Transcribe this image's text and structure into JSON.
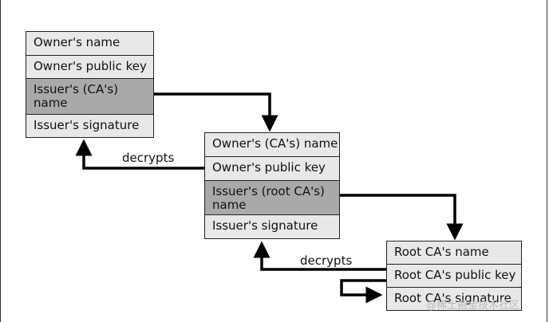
{
  "certificates": [
    {
      "fields": [
        "Owner's name",
        "Owner's public key",
        "Issuer's (CA's) name",
        "Issuer's signature"
      ]
    },
    {
      "fields": [
        "Owner's (CA's) name",
        "Owner's public key",
        "Issuer's (root CA's) name",
        "Issuer's signature"
      ]
    },
    {
      "fields": [
        "Root CA's name",
        "Root CA's public key",
        "Root CA's signature"
      ]
    }
  ],
  "labels": {
    "decrypts_1": "decrypts",
    "decrypts_2": "decrypts"
  },
  "watermark": "@稀土掘金技术社区",
  "colors": {
    "cell_fill": "#e8e8e8",
    "highlight_fill": "#a9a9a9",
    "line": "#000000"
  }
}
